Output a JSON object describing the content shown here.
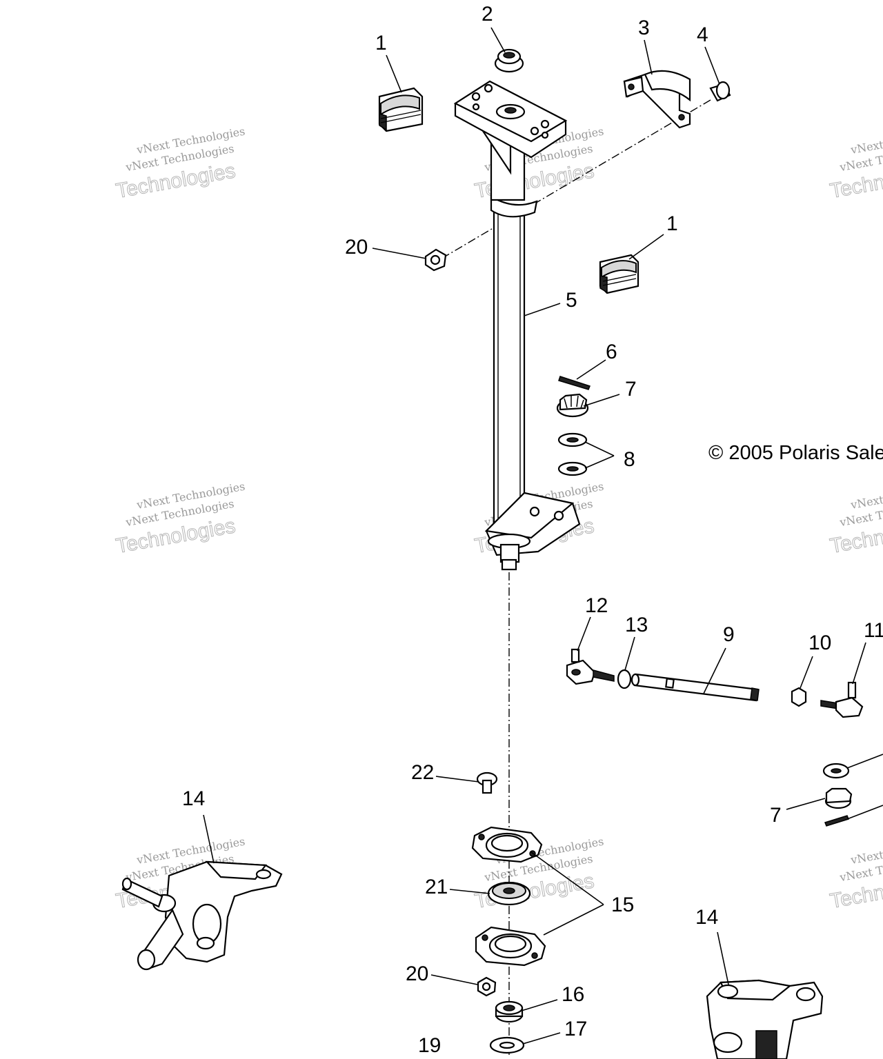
{
  "copyright": "© 2005 Polaris Sale",
  "watermark": {
    "line1": "vNext Technologies",
    "line2": "vNext Technologies",
    "line3": "Technologies"
  },
  "callouts": [
    "1",
    "2",
    "3",
    "4",
    "1",
    "20",
    "5",
    "6",
    "7",
    "8",
    "12",
    "13",
    "9",
    "10",
    "11",
    "22",
    "14",
    "21",
    "15",
    "20",
    "16",
    "17",
    "19",
    "7",
    "14"
  ]
}
